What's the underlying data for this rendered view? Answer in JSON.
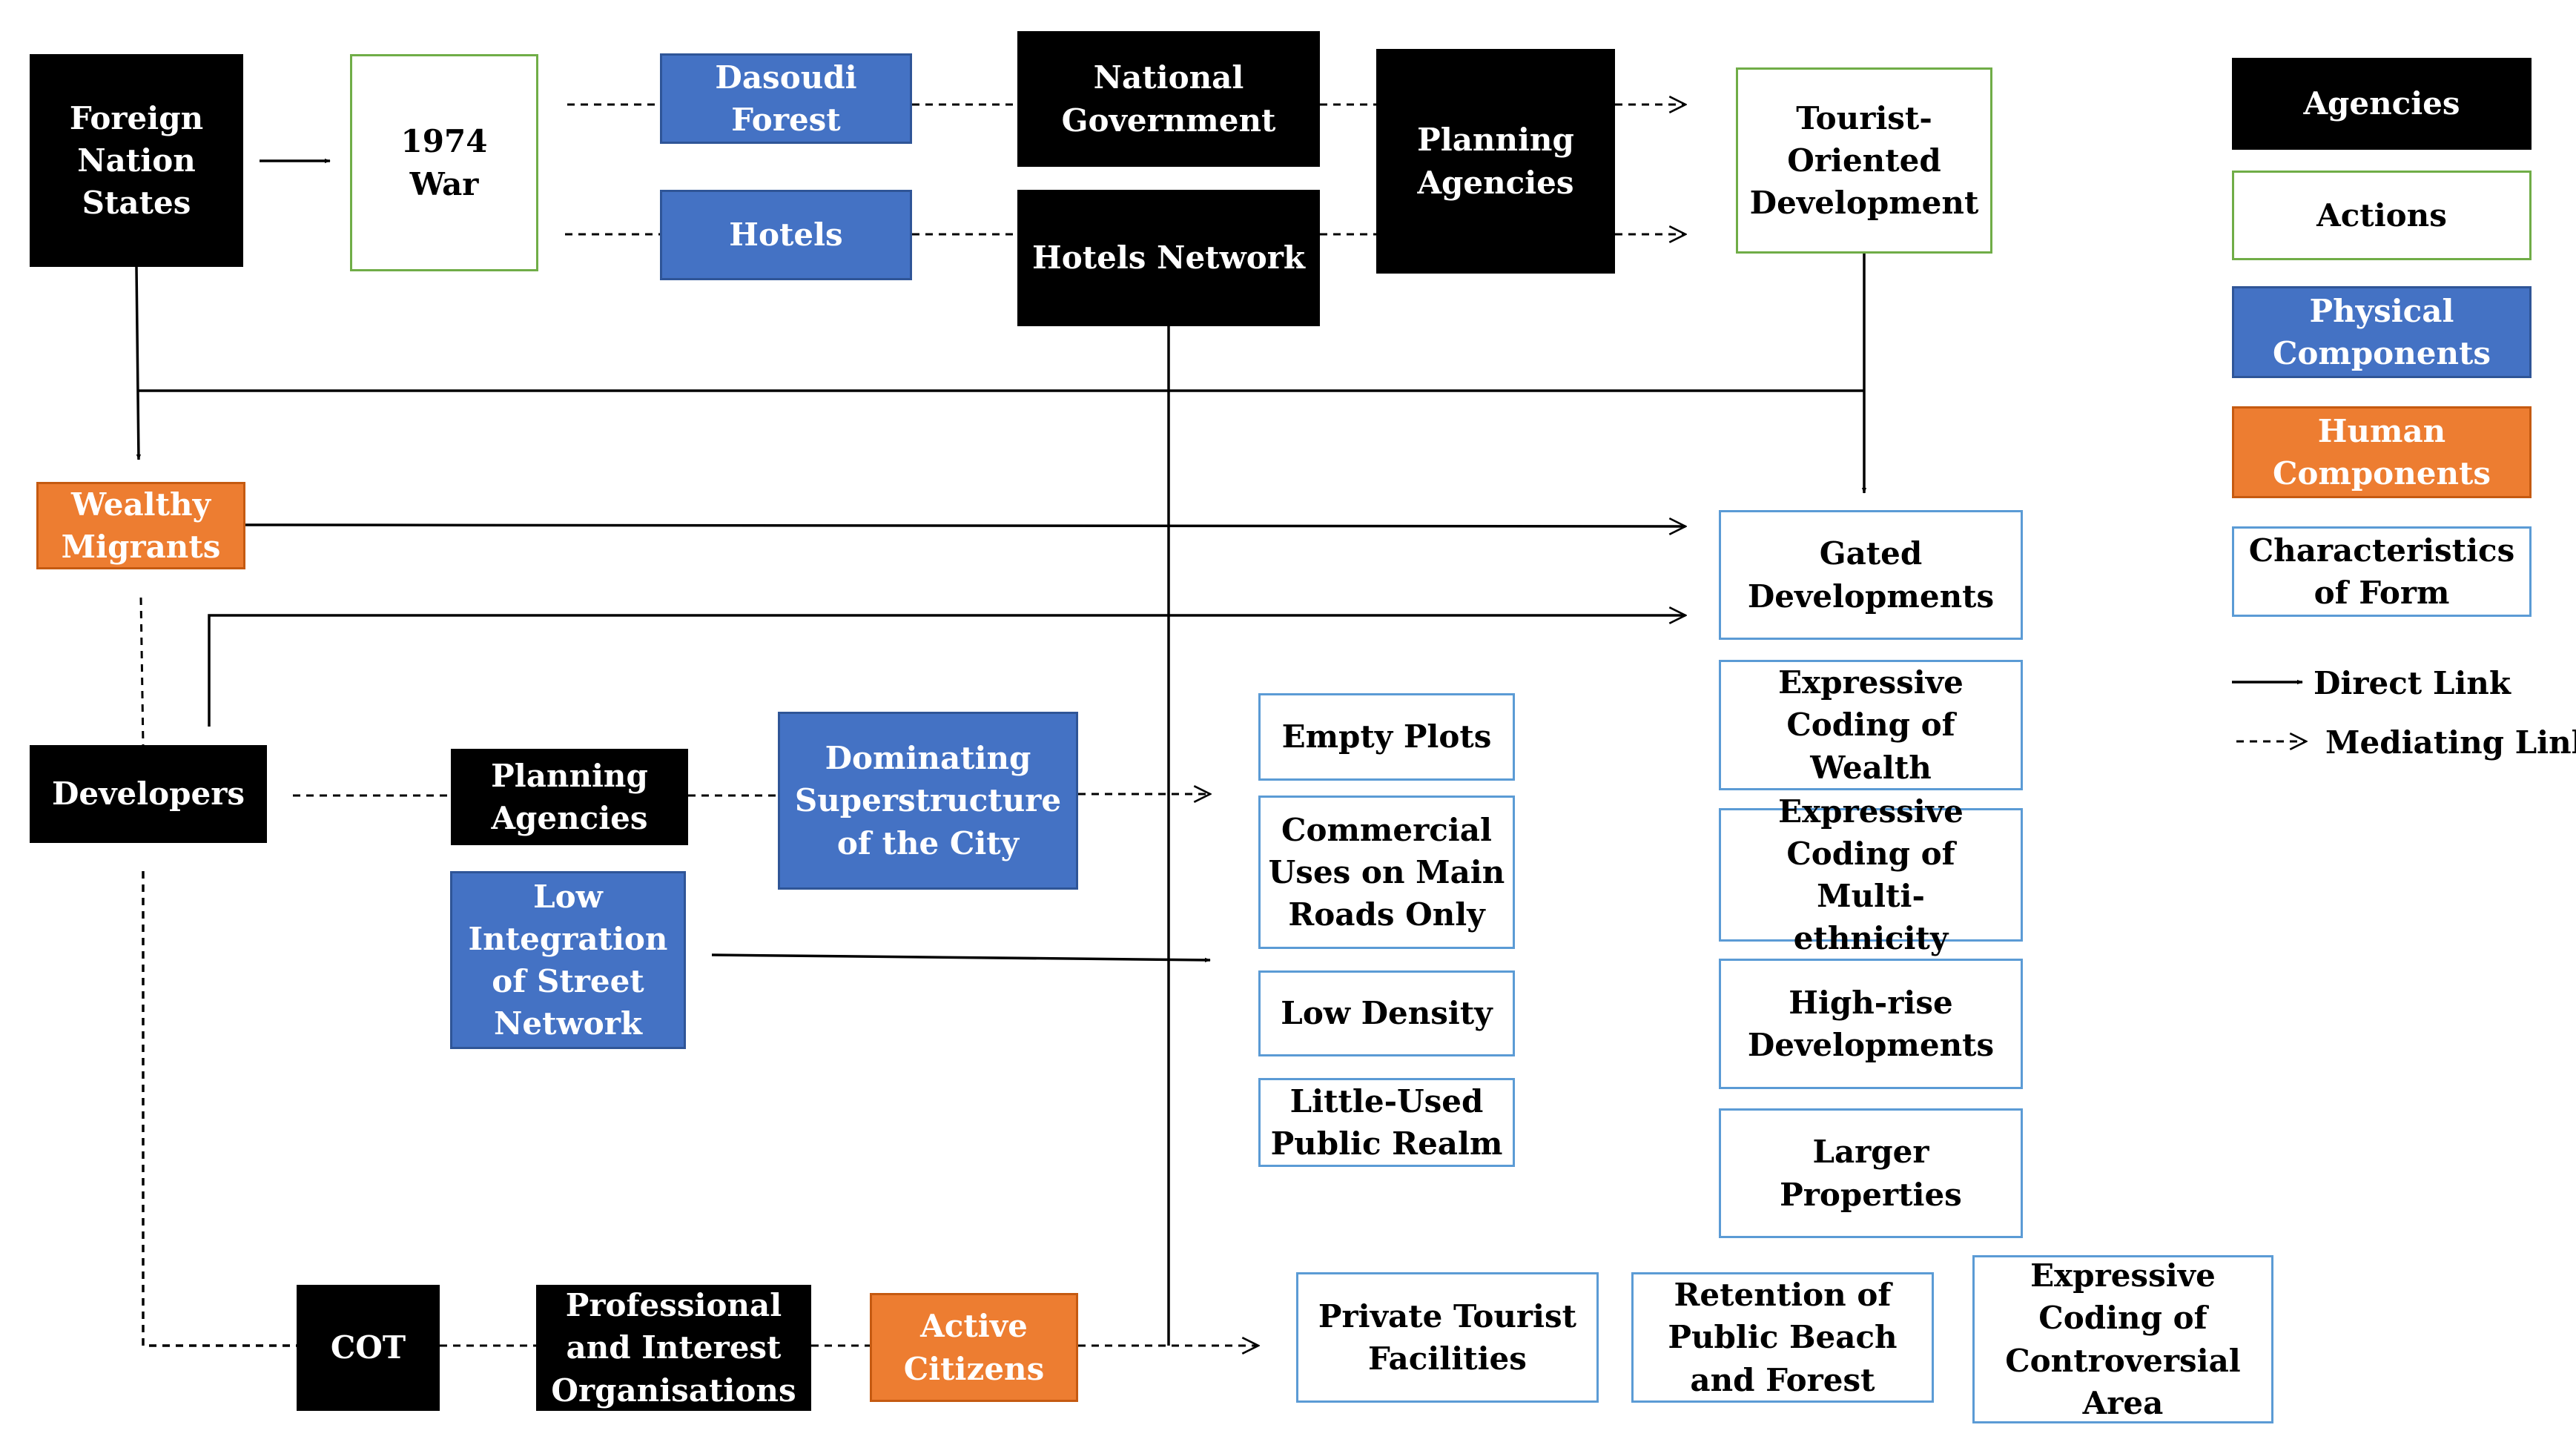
{
  "colors": {
    "agency": "#000000",
    "action_border": "#70ad47",
    "physical": "#4472c4",
    "human": "#ed7d31",
    "form_border": "#5b9bd5"
  },
  "nodes": {
    "foreign_nation_states": "Foreign\nNation\nStates",
    "war_1974": "1974\nWar",
    "dasoudi_forest": "Dasoudi\nForest",
    "hotels": "Hotels",
    "national_government": "National\nGovernment",
    "hotels_network": "Hotels Network",
    "planning_agencies_top": "Planning\nAgencies",
    "tourist_oriented_development": "Tourist-\nOriented\nDevelopment",
    "wealthy_migrants": "Wealthy\nMigrants",
    "developers": "Developers",
    "planning_agencies_mid": "Planning\nAgencies",
    "dominating_superstructure": "Dominating\nSuperstructure\nof the City",
    "low_integration": "Low\nIntegration\nof Street\nNetwork",
    "empty_plots": "Empty Plots",
    "commercial_uses": "Commercial\nUses on Main\nRoads Only",
    "low_density": "Low Density",
    "little_used_public_realm": "Little-Used\nPublic Realm",
    "gated_developments": "Gated\nDevelopments",
    "expressive_wealth": "Expressive\nCoding of\nWealth",
    "expressive_multiethnicity": "Expressive\nCoding of Multi-\nethnicity",
    "high_rise": "High-rise\nDevelopments",
    "larger_properties": "Larger\nProperties",
    "cot": "COT",
    "professional_orgs": "Professional\nand Interest\nOrganisations",
    "active_citizens": "Active\nCitizens",
    "private_tourist_facilities": "Private Tourist\nFacilities",
    "retention_public_beach": "Retention of\nPublic Beach\nand Forest",
    "expressive_controversial": "Expressive\nCoding of\nControversial\nArea"
  },
  "legend": {
    "agencies": "Agencies",
    "actions": "Actions",
    "physical": "Physical\nComponents",
    "human": "Human\nComponents",
    "form": "Characteristics\nof Form",
    "direct_link": "Direct Link",
    "mediating_link": "Mediating Link"
  }
}
